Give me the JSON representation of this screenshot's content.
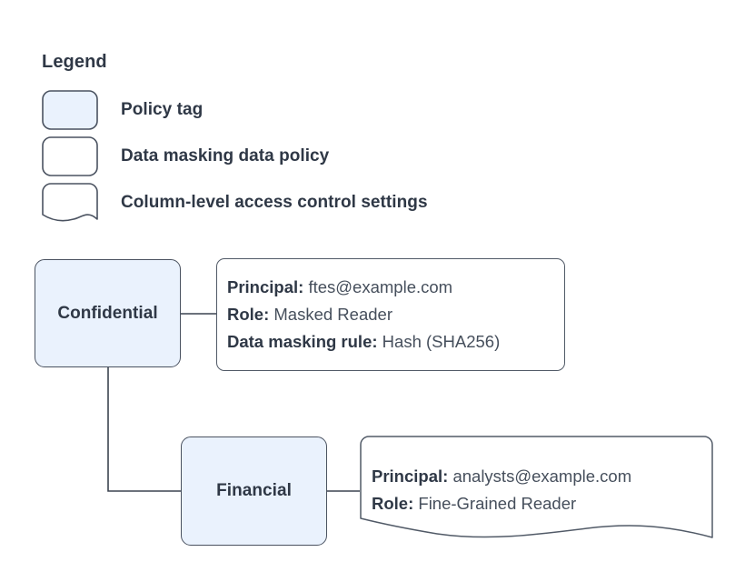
{
  "legend": {
    "title": "Legend",
    "items": [
      {
        "swatch": "policy-tag-swatch",
        "label": "Policy tag",
        "fill": "#eaf2fd",
        "shape": "rounded-rect"
      },
      {
        "swatch": "data-masking-policy-swatch",
        "label": "Data masking data policy",
        "fill": "#ffffff",
        "shape": "rounded-rect"
      },
      {
        "swatch": "column-access-settings-swatch",
        "label": "Column-level access control settings",
        "fill": "#ffffff",
        "shape": "wavy-bottom-note"
      }
    ]
  },
  "diagram": {
    "nodes": [
      {
        "id": "confidential",
        "label": "Confidential",
        "fill": "#eaf2fd"
      },
      {
        "id": "financial",
        "label": "Financial",
        "fill": "#eaf2fd"
      }
    ],
    "notes": [
      {
        "id": "confidential-note",
        "shape": "rounded-rect",
        "lines": [
          {
            "key": "Principal:",
            "value": "ftes@example.com"
          },
          {
            "key": "Role:",
            "value": "Masked Reader"
          },
          {
            "key": "Data masking rule:",
            "value": "Hash (SHA256)"
          }
        ]
      },
      {
        "id": "financial-note",
        "shape": "wavy-bottom-note",
        "lines": [
          {
            "key": "Principal:",
            "value": "analysts@example.com"
          },
          {
            "key": "Role:",
            "value": "Fine-Grained Reader"
          }
        ]
      }
    ],
    "connectors": [
      {
        "id": "confidential-to-note",
        "from": "confidential",
        "to": "confidential-note"
      },
      {
        "id": "confidential-to-financial",
        "from": "confidential",
        "to": "financial"
      },
      {
        "id": "financial-to-note",
        "from": "financial",
        "to": "financial-note"
      }
    ]
  },
  "colors": {
    "node_fill": "#eaf2fd",
    "node_stroke": "#4a5260",
    "note_stroke": "#515a67",
    "text": "#2f3846",
    "value_text": "#464f5c",
    "connector": "#3c4450",
    "background": "#ffffff"
  }
}
